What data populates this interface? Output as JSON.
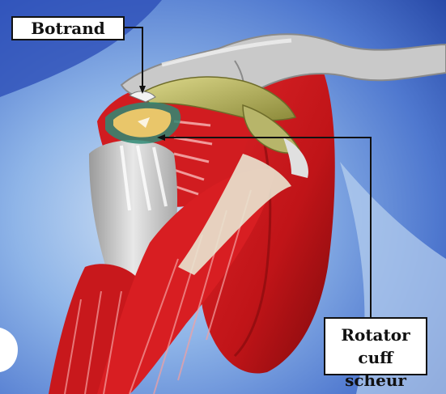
{
  "labels": {
    "botrand": "Botrand",
    "rotator_line1": "Rotator",
    "rotator_line2": "cuff scheur"
  },
  "colors": {
    "background_deep": "#2a4bb5",
    "background_mid": "#6f9be0",
    "background_pale": "#a9c8ec",
    "bone": "#d8d8d8",
    "tendon": "#b5b35a",
    "muscle": "#c8181c",
    "muscle_dark": "#8e0e10",
    "tear": "#e9c66a",
    "leader_line": "#111111"
  }
}
